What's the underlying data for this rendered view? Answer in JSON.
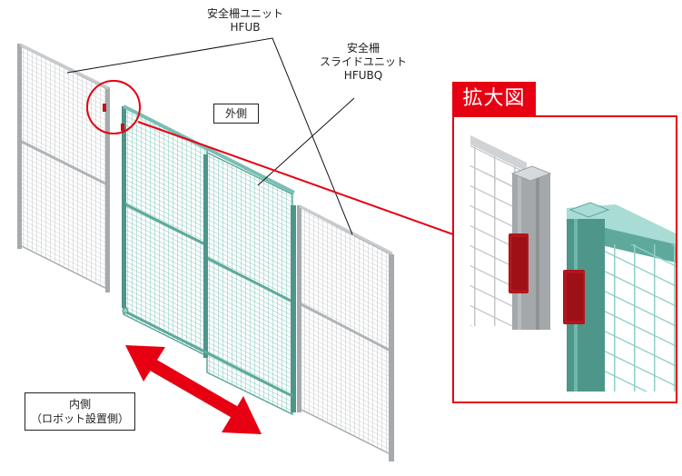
{
  "callouts": {
    "unit": {
      "line1": "安全柵ユニット",
      "line2": "HFUB"
    },
    "slide_unit": {
      "line1": "安全柵",
      "line2": "スライドユニット",
      "line3": "HFUBQ"
    }
  },
  "labels": {
    "outside": "外側",
    "inside_line1": "内側",
    "inside_line2": "（ロボット設置側）"
  },
  "zoom_panel": {
    "title": "拡大図"
  },
  "colors": {
    "accent_red": "#e60012",
    "fence_gray": "#b8bcbf",
    "fence_teal": "#5fa99c",
    "bracket_red": "#c0141c"
  }
}
